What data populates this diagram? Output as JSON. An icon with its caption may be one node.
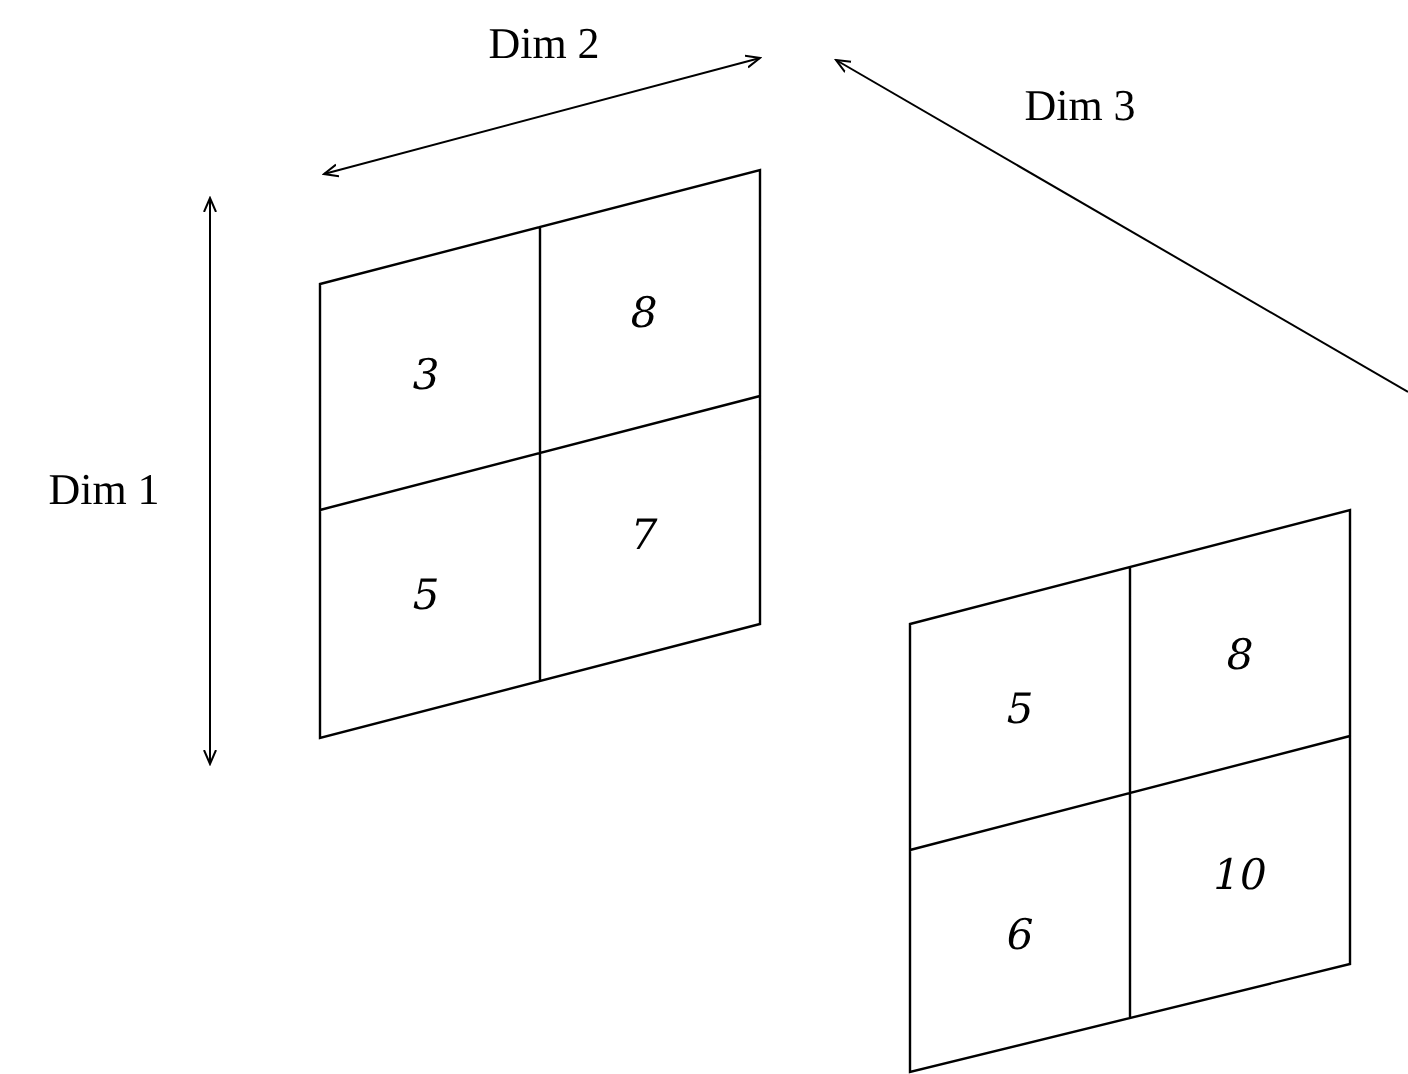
{
  "diagram": {
    "labels": [
      "Dim 2",
      "Dim 3",
      "Dim 1",
      "3",
      "8",
      "5",
      "7",
      "5",
      "8",
      "6",
      "10"
    ]
  }
}
